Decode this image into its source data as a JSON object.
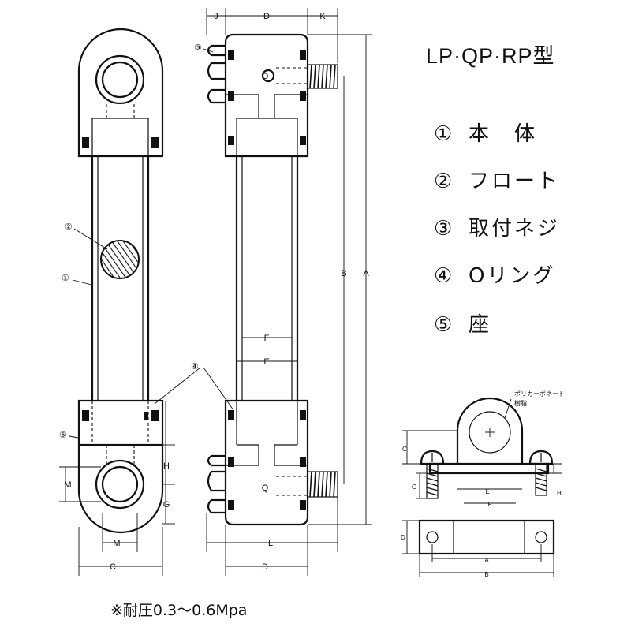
{
  "title": "LP·QP·RP型",
  "parts": [
    {
      "no": "①",
      "name": "本　体"
    },
    {
      "no": "②",
      "name": "フロート"
    },
    {
      "no": "③",
      "name": "取付ネジ"
    },
    {
      "no": "④",
      "name": "Oリング"
    },
    {
      "no": "⑤",
      "name": "座"
    }
  ],
  "callouts": {
    "p1": "①",
    "p2": "②",
    "p3": "③",
    "p4": "④",
    "p5": "⑤"
  },
  "dims": {
    "A": "A",
    "B": "B",
    "C": "C",
    "D": "D",
    "E": "E",
    "F": "F",
    "G": "G",
    "H": "H",
    "J": "J",
    "K": "K",
    "L": "L",
    "M": "M",
    "O": "O",
    "Q": "Q"
  },
  "detail": {
    "material_line1": "ポリカーボネート",
    "material_line2": "樹脂",
    "A": "A",
    "B": "B",
    "C": "C",
    "D": "D",
    "E": "E",
    "F": "F",
    "G": "G",
    "H": "H"
  },
  "note": "※耐圧0.3〜0.6Mpa"
}
